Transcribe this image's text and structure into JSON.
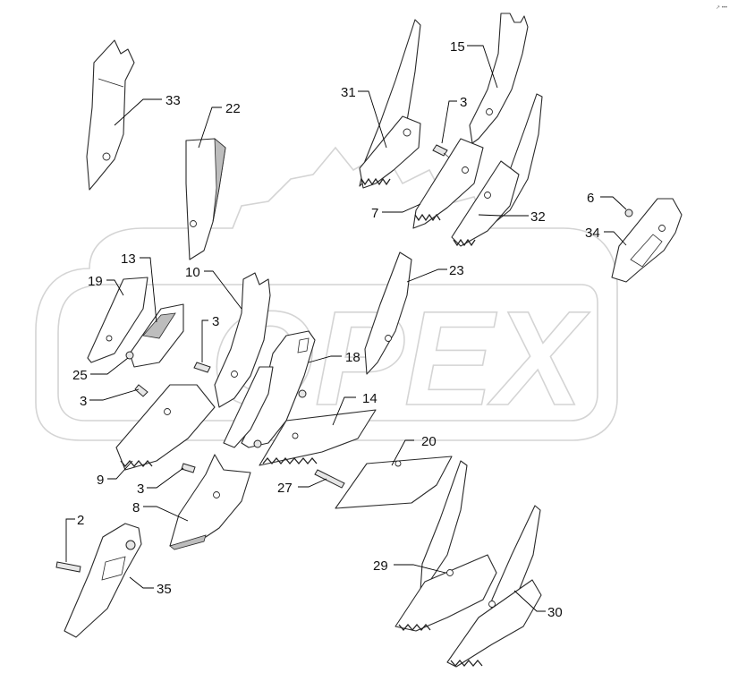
{
  "watermark": {
    "text": "OPEX"
  },
  "corner_mark": "↗ •••",
  "callouts": {
    "c33": "33",
    "c22": "22",
    "c31": "31",
    "c15": "15",
    "c3a": "3",
    "c7": "7",
    "c32": "32",
    "c6": "6",
    "c34": "34",
    "c13": "13",
    "c19": "19",
    "c10": "10",
    "c3b": "3",
    "c23": "23",
    "c18": "18",
    "c25": "25",
    "c3c": "3",
    "c14": "14",
    "c9": "9",
    "c3d": "3",
    "c20": "20",
    "c27": "27",
    "c8": "8",
    "c2": "2",
    "c35": "35",
    "c29": "29",
    "c30": "30"
  }
}
